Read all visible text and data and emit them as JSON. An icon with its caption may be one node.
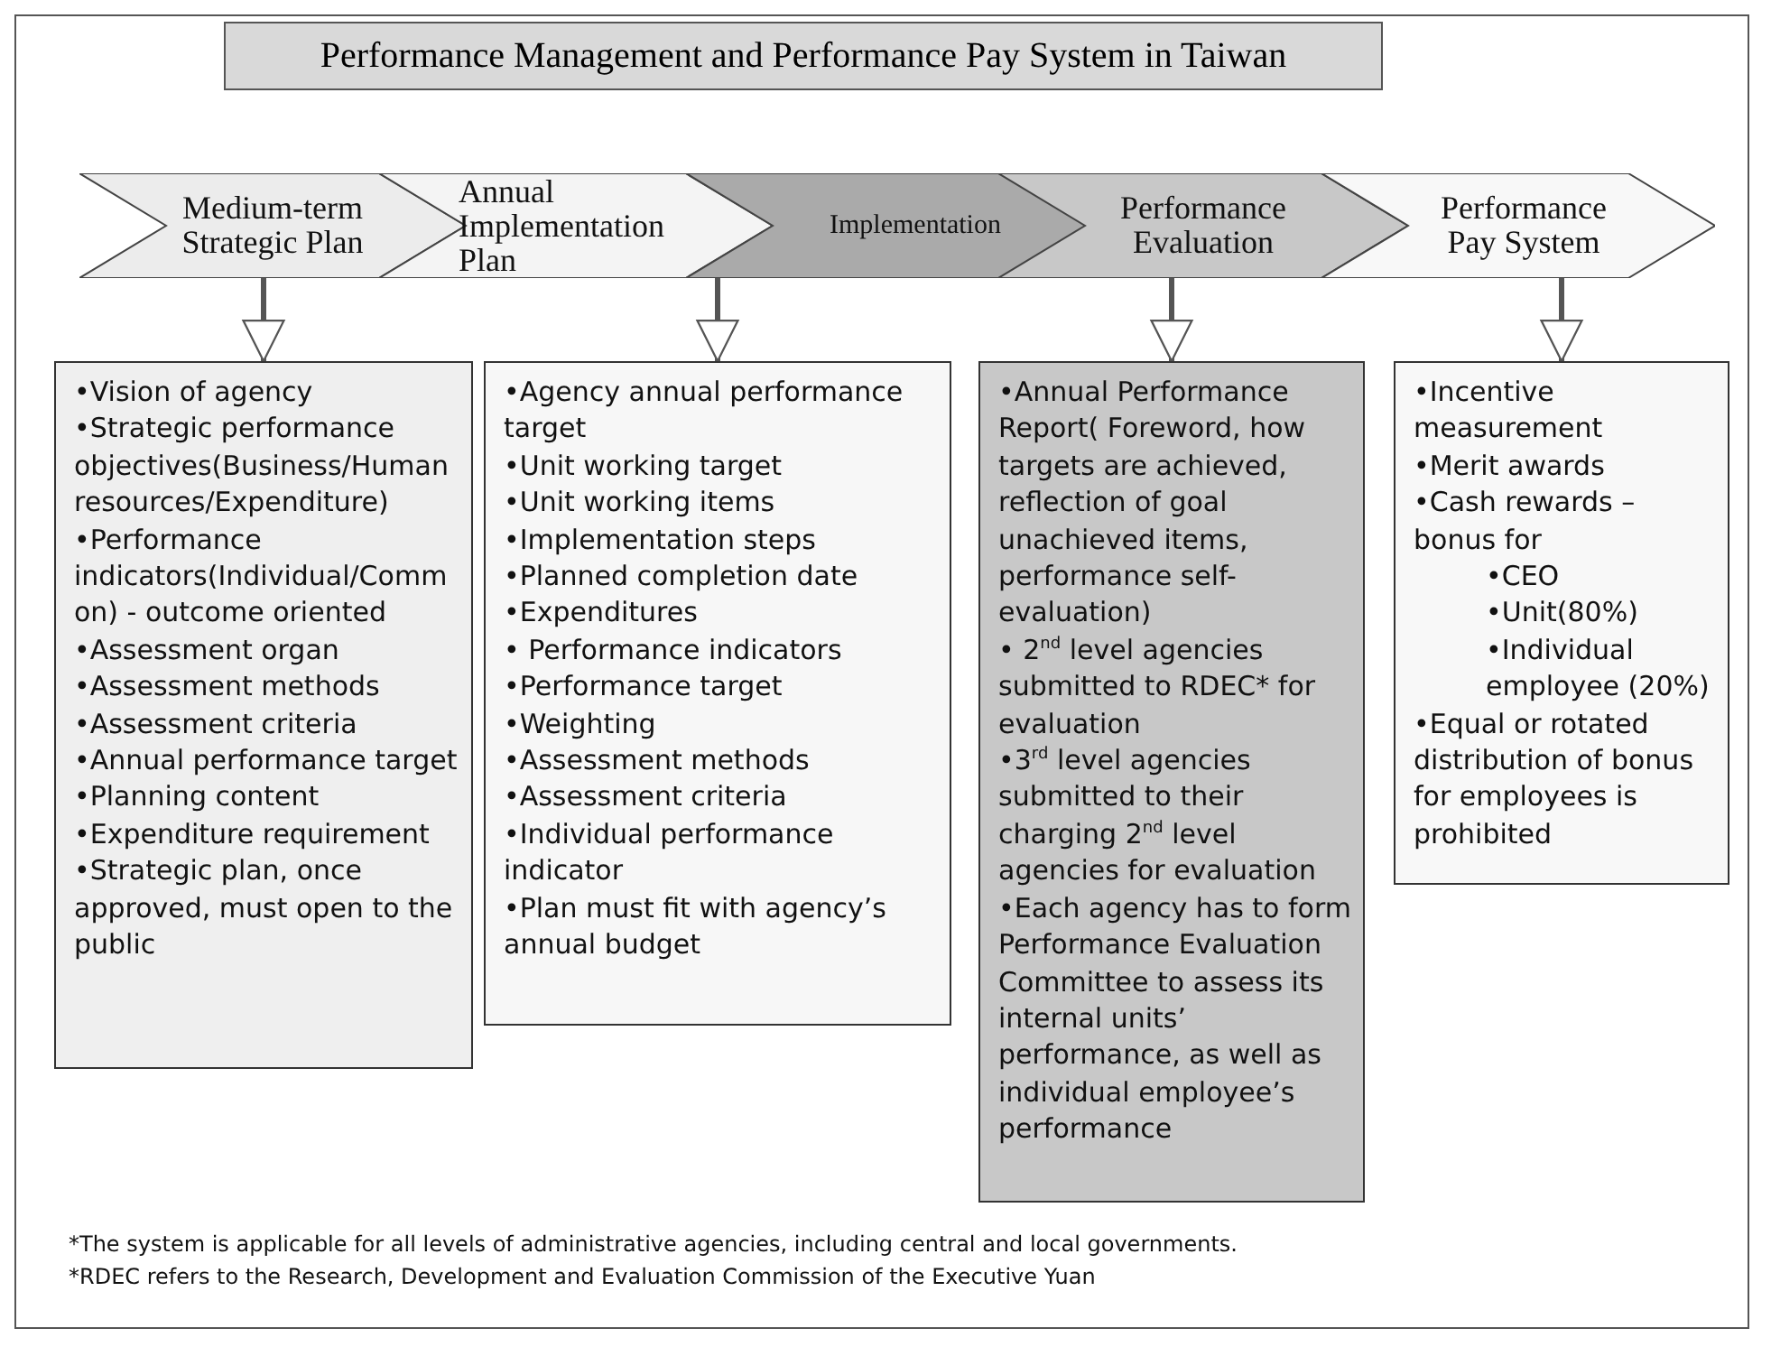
{
  "diagram": {
    "title": "Performance Management and Performance Pay System in Taiwan",
    "nodes": [
      {
        "text": [
          "Medium-term Strategic Plan"
        ]
      },
      {
        "text": [
          "Annual Implementation Plan"
        ]
      },
      {
        "text": [
          "Implementation"
        ]
      },
      {
        "text": [
          "Performance Evaluation"
        ]
      },
      {
        "text": [
          "Performance Pay System"
        ]
      },
      {
        "text": [
          "•Vision of agency",
          "•Strategic performance objectives(Business/Human resources/Expenditure)",
          "•Performance indicators(Individual/Common) - outcome oriented",
          "•Assessment organ",
          "•Assessment methods",
          "•Assessment criteria",
          "•Annual performance target",
          "•Planning content",
          "•Expenditure requirement",
          "•Strategic plan, once approved, must open to the public"
        ]
      },
      {
        "text": [
          "•Agency annual performance target",
          "•Unit working target",
          "•Unit working items",
          "•Implementation steps",
          "•Planned completion date",
          "•Expenditures",
          "• Performance indicators",
          "•Performance target",
          "•Weighting",
          "•Assessment methods",
          "•Assessment criteria",
          "•Individual performance indicator",
          "•Plan must fit with agency’s annual budget"
        ]
      },
      {
        "text": [
          "•Annual Performance Report( Foreword, how targets are achieved, reflection of goal unachieved items, performance self-evaluation)",
          "• 2$^{nd}$ level agencies submitted to RDEC* for evaluation",
          "•3$^{rd}$ level agencies submitted to their charging 2$^{nd}$ level agencies for evaluation",
          "•Each agency has to form Performance Evaluation Committee to assess its internal units’ performance, as well as individual employee’s performance"
        ]
      },
      {
        "text": [
          "•Incentive measurement",
          "•Merit awards",
          "•Cash rewards – bonus for",
          "•CEO",
          "•Unit(80%)",
          "•Individual employee (20%)",
          "•Equal or rotated distribution of bonus for employees is prohibited"
        ]
      }
    ],
    "edges": [
      {
        "from": 0,
        "to": 5,
        "arrow": "to"
      },
      {
        "from": 1,
        "to": 6,
        "arrow": "to"
      },
      {
        "from": 3,
        "to": 7,
        "arrow": "to"
      },
      {
        "from": 4,
        "to": 8,
        "arrow": "to"
      }
    ],
    "labels": [
      "*The system is applicable for all levels of administrative agencies, including central and local governments.",
      "*RDEC refers to the Research, Development and Evaluation Commission of the Executive Yuan"
    ]
  }
}
